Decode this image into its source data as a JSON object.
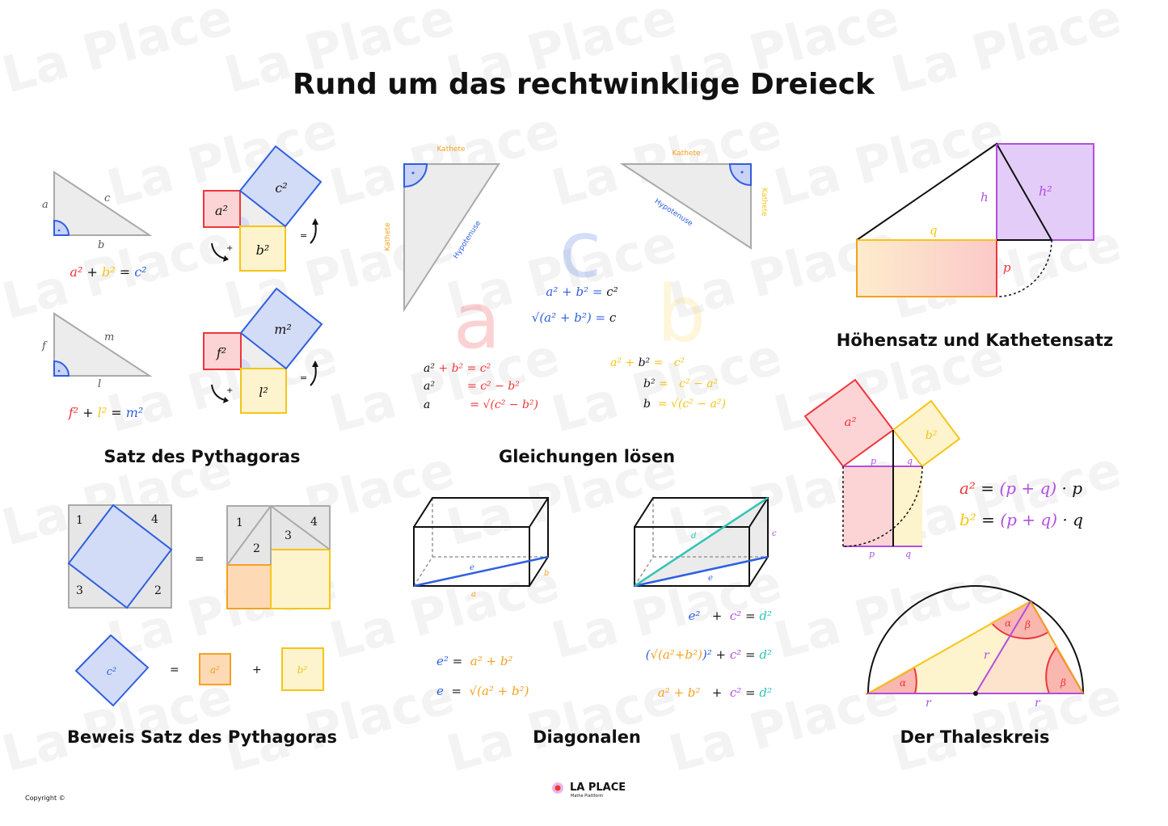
{
  "title": "Rund um das rechtwinklige Dreieck",
  "watermark": "La Place",
  "colors": {
    "red": "#f0353a",
    "yellow": "#f5c518",
    "orange": "#f5a020",
    "blue": "#2f5fe0",
    "purple": "#b24ee0",
    "teal": "#2ec4b6",
    "black": "#111111",
    "gray": "#9a9a9a"
  },
  "sections": {
    "pythagoras": {
      "title": "Satz des Pythagoras",
      "tri1": {
        "side_a": "a",
        "side_b": "b",
        "side_c": "c",
        "sq_a": "a²",
        "sq_b": "b²",
        "sq_c": "c²"
      },
      "tri2": {
        "side_a": "f",
        "side_b": "l",
        "side_c": "m",
        "sq_a": "f²",
        "sq_b": "l²",
        "sq_c": "m²"
      },
      "plus": "+",
      "equals": "=",
      "formula1": [
        [
          "a²",
          "red"
        ],
        [
          " + ",
          "black"
        ],
        [
          "b²",
          "yellow"
        ],
        [
          " = ",
          "black"
        ],
        [
          "c²",
          "blue"
        ]
      ],
      "formula2": [
        [
          "f²",
          "red"
        ],
        [
          " + ",
          "black"
        ],
        [
          "l²",
          "yellow"
        ],
        [
          " = ",
          "black"
        ],
        [
          "m²",
          "blue"
        ]
      ]
    },
    "equations": {
      "title": "Gleichungen lösen",
      "kathete": "Kathete",
      "hypotenuse": "Hypotenuse",
      "big_letters": {
        "a": "a",
        "b": "b",
        "c": "c"
      },
      "center": [
        [
          [
            "a²",
            "blue"
          ],
          [
            " + ",
            "blue"
          ],
          [
            "b²",
            "blue"
          ],
          [
            " = ",
            "blue"
          ],
          [
            "c²",
            "black"
          ]
        ],
        [
          [
            "√(a² + b²)",
            "blue"
          ],
          [
            " = ",
            "blue"
          ],
          [
            "c",
            "black"
          ]
        ]
      ],
      "left": [
        [
          [
            "a²",
            "black"
          ],
          [
            " + b² = c²",
            "red"
          ]
        ],
        [
          [
            "a²",
            "black"
          ],
          [
            "         = c² − b²",
            "red"
          ]
        ],
        [
          [
            "a",
            "black"
          ],
          [
            "           = √(c² − b²)",
            "red"
          ]
        ]
      ],
      "right": [
        [
          [
            "a² + ",
            "yellow"
          ],
          [
            "b²",
            "black"
          ],
          [
            " =   c²",
            "yellow"
          ]
        ],
        [
          [
            "b²",
            "black"
          ],
          [
            " =   c² − a²",
            "yellow"
          ]
        ],
        [
          [
            "b",
            "black"
          ],
          [
            "  = √(c² − a²)",
            "yellow"
          ]
        ]
      ]
    },
    "hoehensatz": {
      "title": "Höhensatz und Kathetensatz",
      "labels": {
        "h": "h",
        "h2": "h²",
        "p": "p",
        "q": "q"
      },
      "kathetensatz": {
        "a2": "a²",
        "b2": "b²",
        "p": "p",
        "q": "q"
      },
      "formulas": [
        [
          [
            "a²",
            "red"
          ],
          [
            " = ",
            "black"
          ],
          [
            "(p + q)",
            "purple"
          ],
          [
            " · p",
            "black"
          ]
        ],
        [
          [
            "b²",
            "yellow"
          ],
          [
            " = ",
            "black"
          ],
          [
            "(p + q)",
            "purple"
          ],
          [
            " · q",
            "black"
          ]
        ]
      ]
    },
    "beweis": {
      "title": "Beweis Satz des Pythagoras",
      "numbers": [
        "1",
        "2",
        "3",
        "4"
      ],
      "equals": "=",
      "plus": "+",
      "c2": "c²",
      "a2": "a²",
      "b2": "b²"
    },
    "diagonalen": {
      "title": "Diagonalen",
      "labels": {
        "a": "a",
        "b": "b",
        "c": "c",
        "d": "d",
        "e": "e"
      },
      "left": [
        [
          [
            "e²",
            "blue"
          ],
          [
            " =  ",
            "black"
          ],
          [
            "a² + b²",
            "orange"
          ]
        ],
        [
          [
            "e",
            "blue"
          ],
          [
            "  =  ",
            "black"
          ],
          [
            "√(a² + b²)",
            "orange"
          ]
        ]
      ],
      "right": [
        [
          [
            "e²",
            "blue"
          ],
          [
            "   +  ",
            "black"
          ],
          [
            "c²",
            "purple"
          ],
          [
            " = ",
            "black"
          ],
          [
            "d²",
            "teal"
          ]
        ],
        [
          [
            "(",
            "blue"
          ],
          [
            "√(a²+b²)",
            "orange"
          ],
          [
            ")²",
            "blue"
          ],
          [
            " + ",
            "black"
          ],
          [
            "c²",
            "purple"
          ],
          [
            " = ",
            "black"
          ],
          [
            "d²",
            "teal"
          ]
        ],
        [
          [
            "a² + b²",
            "orange"
          ],
          [
            "   +  ",
            "black"
          ],
          [
            "c²",
            "purple"
          ],
          [
            " = ",
            "black"
          ],
          [
            "d²",
            "teal"
          ]
        ]
      ]
    },
    "thales": {
      "title": "Der Thaleskreis",
      "labels": {
        "alpha": "α",
        "beta": "β",
        "r": "r"
      }
    }
  },
  "footer": {
    "copyright": "Copyright ©",
    "logo": "LA PLACE",
    "logo_sub": "Mathe Plattform"
  }
}
